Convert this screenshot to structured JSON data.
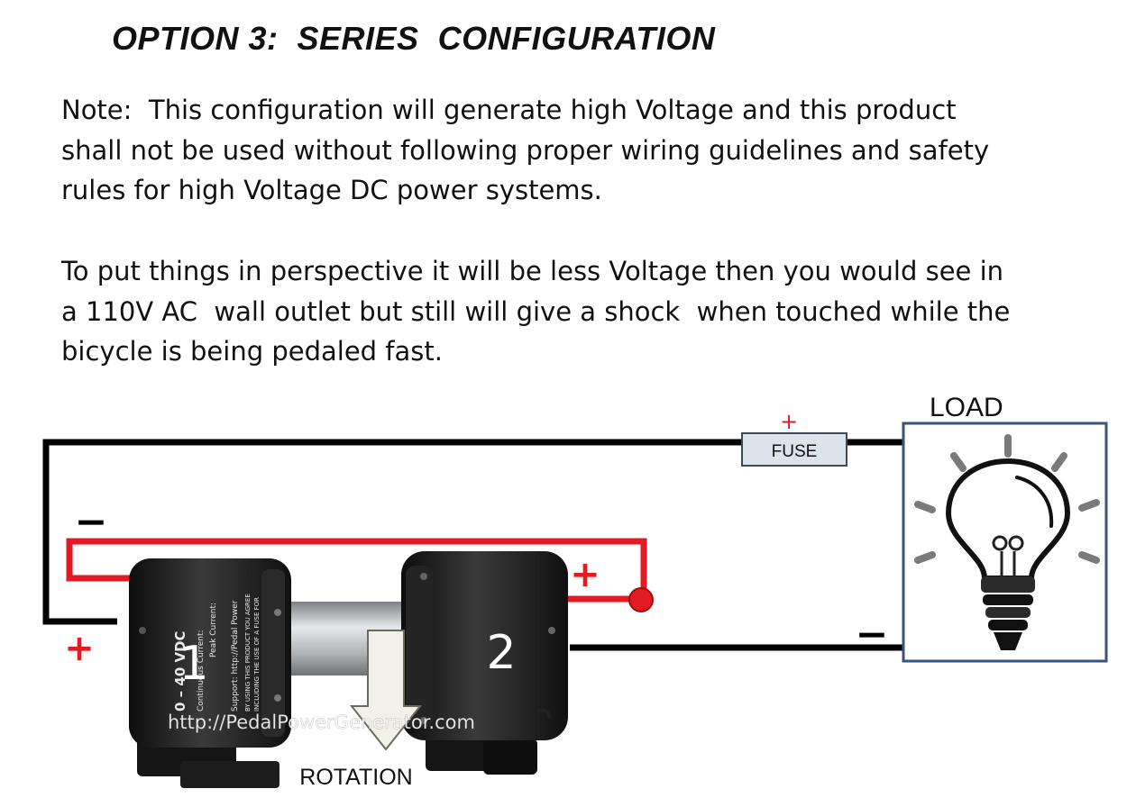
{
  "title": "OPTION 3:  SERIES  CONFIGURATION",
  "note_lines": [
    "Note:  This configuration will generate high Voltage and this product",
    "shall not be used without following proper wiring guidelines and safety",
    "rules for high Voltage DC power systems."
  ],
  "perspective_lines": [
    "To put things in perspective it will be less Voltage then you would see in",
    "a 110V AC  wall outlet but still will give a shock  when touched while the",
    "bicycle is being pedaled fast."
  ],
  "diagram": {
    "load_label": "LOAD",
    "fuse_label": "FUSE",
    "fuse_polarity": "+",
    "minus_top_left": "−",
    "plus_bottom_left": "+",
    "plus_motor_2": "+",
    "minus_load": "−",
    "motor_1_number": "1",
    "motor_2_number": "2",
    "rotation_label": "ROTATION",
    "watermark": "http://PedalPowerGenerator.com",
    "motor_label_lines": [
      "0 – 40 VDC",
      "Continuous Current:",
      "Peak Current:",
      "Support: http://Pedal Power",
      "BY USING THIS PRODUCT YOU AGREE",
      "INCLUDING THE USE OF A FUSE FOR"
    ],
    "colors": {
      "positive_wire": "#e31b23",
      "negative_wire": "#000000",
      "fuse_fill": "#dde3ea",
      "load_border": "#3a5478",
      "motor_body": "#1a1a1a",
      "shaft": "#b5b8bb",
      "arrow_fill": "#f1f1ea"
    }
  }
}
